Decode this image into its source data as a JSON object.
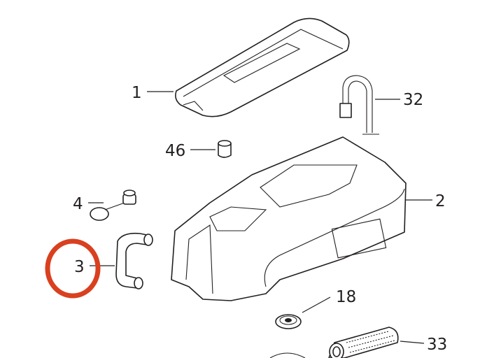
{
  "diagram": {
    "labels": {
      "p1": "1",
      "p32": "32",
      "p46": "46",
      "p2": "2",
      "p4": "4",
      "p3": "3",
      "p18": "18",
      "p33": "33"
    },
    "highlight": {
      "part": "3",
      "color": "#d9401f"
    }
  }
}
